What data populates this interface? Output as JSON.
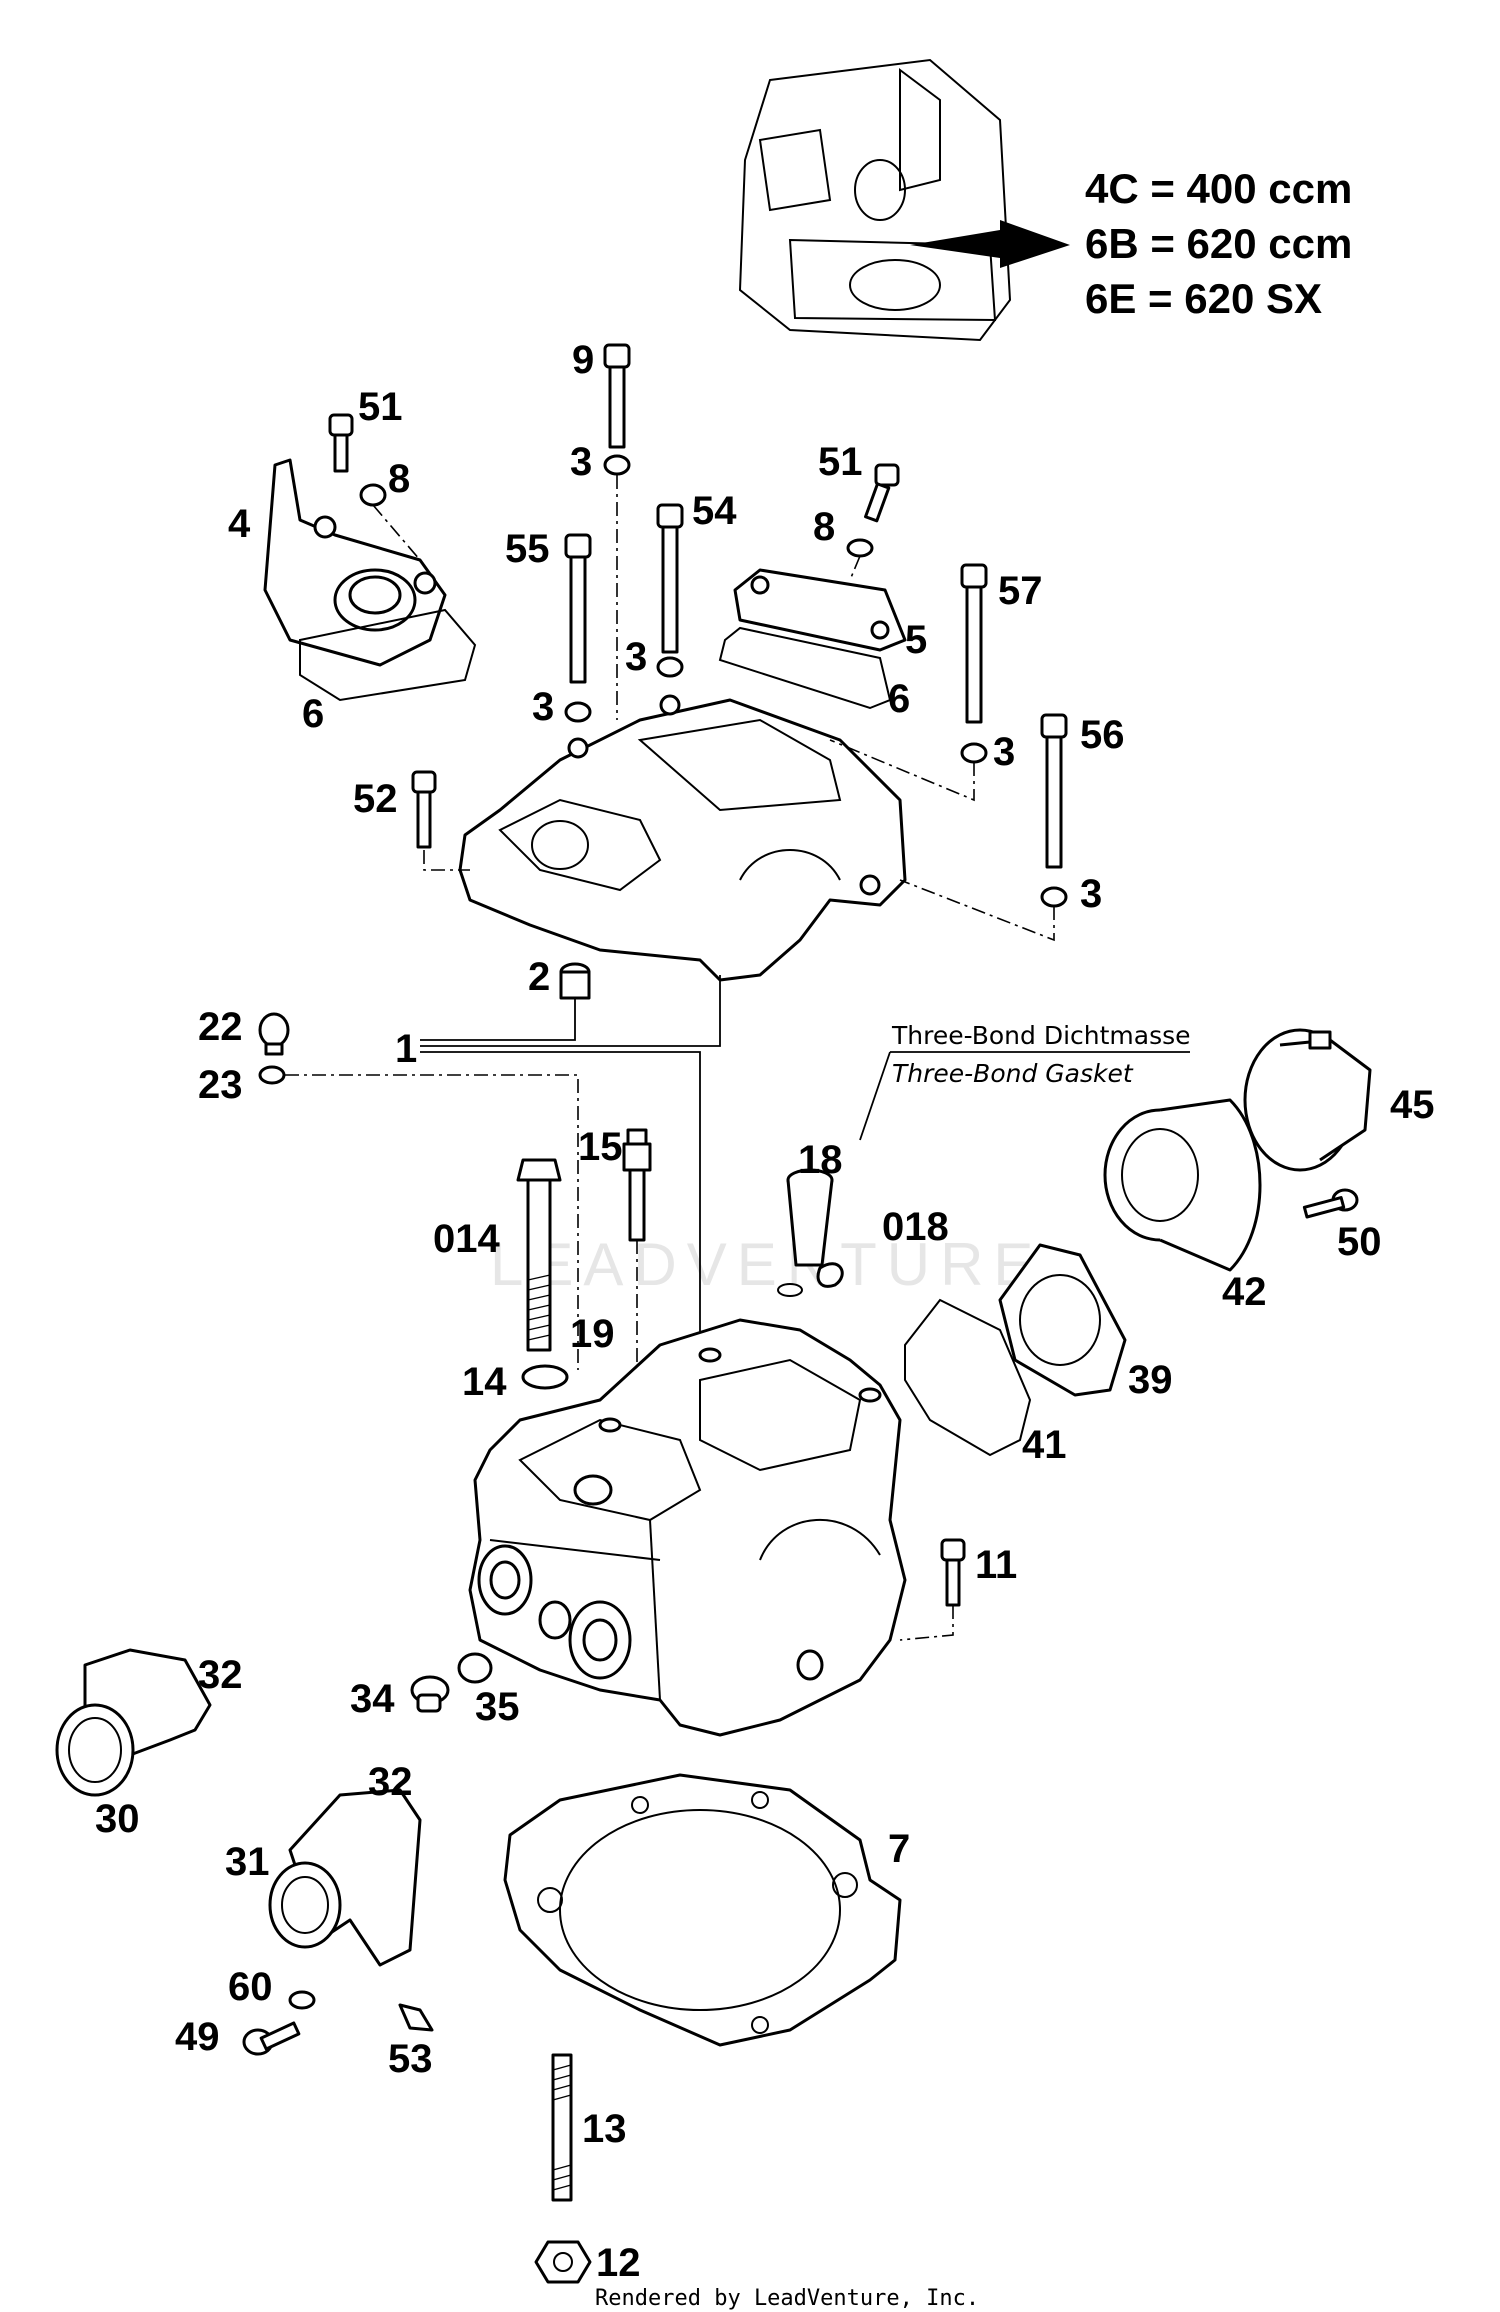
{
  "legend": {
    "line1": "4C = 400 ccm",
    "line2": "6B = 620 ccm",
    "line3": "6E = 620 SX"
  },
  "sealant": {
    "line1": "Three-Bond Dichtmasse",
    "line2": "Three-Bond Gasket"
  },
  "watermark": "LEADVENTURE",
  "footer": "Rendered by LeadVenture, Inc.",
  "callouts": {
    "c9": "9",
    "c51a": "51",
    "c8a": "8",
    "c4": "4",
    "c6a": "6",
    "c3a": "3",
    "c54": "54",
    "c55": "55",
    "c3b": "3",
    "c3c": "3",
    "c51b": "51",
    "c8b": "8",
    "c5": "5",
    "c6b": "6",
    "c57": "57",
    "c3d": "3",
    "c56": "56",
    "c3e": "3",
    "c52": "52",
    "c2": "2",
    "c1": "1",
    "c22": "22",
    "c23": "23",
    "c15": "15",
    "c18": "18",
    "c018": "018",
    "c014": "014",
    "c19": "19",
    "c14": "14",
    "c45": "45",
    "c50": "50",
    "c42": "42",
    "c39": "39",
    "c41": "41",
    "c11": "11",
    "c32a": "32",
    "c34": "34",
    "c35": "35",
    "c30": "30",
    "c32b": "32",
    "c31": "31",
    "c7": "7",
    "c60": "60",
    "c49": "49",
    "c53": "53",
    "c13": "13",
    "c12": "12"
  }
}
